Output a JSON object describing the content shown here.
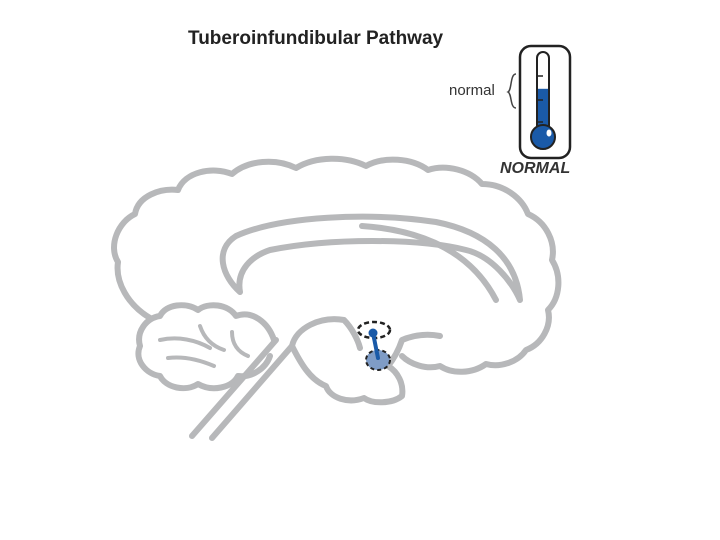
{
  "diagram": {
    "title": "Tuberoinfundibular Pathway",
    "thermometer": {
      "range_label": "normal",
      "state_label": "NORMAL",
      "level": 0.6,
      "fill_color": "#1a5aa8"
    },
    "brain": {
      "outline_color": "#b7b8ba",
      "pathway_color": "#1a5aa8",
      "region_fill_color": "#7f9cc6"
    }
  }
}
